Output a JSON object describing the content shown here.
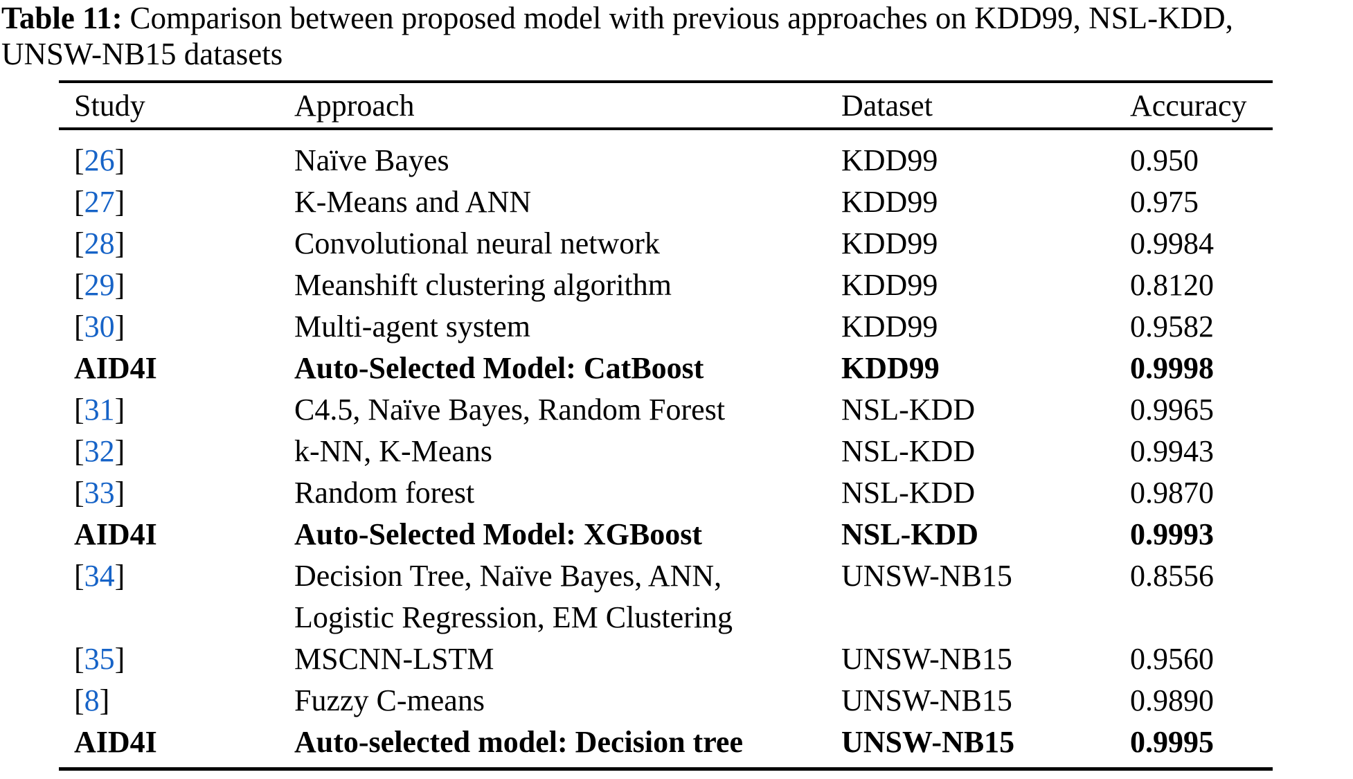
{
  "caption": {
    "label": "Table 11:",
    "line1_rest": "Comparison between proposed model with previous approaches on KDD99, NSL-KDD,",
    "line2": "UNSW-NB15 datasets"
  },
  "colors": {
    "citation_blue": "#1663C7",
    "text_black": "#000000"
  },
  "citation": {
    "open": "[",
    "close": "]"
  },
  "table": {
    "columns": {
      "study": "Study",
      "approach": "Approach",
      "dataset": "Dataset",
      "accuracy": "Accuracy"
    },
    "rows": [
      {
        "study": "26",
        "approach": "Naïve Bayes",
        "dataset": "KDD99",
        "accuracy": "0.950"
      },
      {
        "study": "27",
        "approach": "K-Means and ANN",
        "dataset": "KDD99",
        "accuracy": "0.975"
      },
      {
        "study": "28",
        "approach": "Convolutional neural network",
        "dataset": "KDD99",
        "accuracy": "0.9984"
      },
      {
        "study": "29",
        "approach": "Meanshift clustering algorithm",
        "dataset": "KDD99",
        "accuracy": "0.8120"
      },
      {
        "study": "30",
        "approach": "Multi-agent system",
        "dataset": "KDD99",
        "accuracy": "0.9582"
      },
      {
        "study": "AID4I",
        "approach": "Auto-Selected Model: CatBoost",
        "dataset": "KDD99",
        "accuracy": "0.9998"
      },
      {
        "study": "31",
        "approach": "C4.5, Naïve Bayes, Random Forest",
        "dataset": "NSL-KDD",
        "accuracy": "0.9965"
      },
      {
        "study": "32",
        "approach": "k-NN, K-Means",
        "dataset": "NSL-KDD",
        "accuracy": "0.9943"
      },
      {
        "study": "33",
        "approach": "Random forest",
        "dataset": "NSL-KDD",
        "accuracy": "0.9870"
      },
      {
        "study": "AID4I",
        "approach": "Auto-Selected Model: XGBoost",
        "dataset": "NSL-KDD",
        "accuracy": "0.9993"
      },
      {
        "study": "34",
        "approach": "Decision Tree, Naïve Bayes, ANN,\nLogistic Regression, EM Clustering",
        "dataset": "UNSW-NB15",
        "accuracy": "0.8556"
      },
      {
        "study": "35",
        "approach": "MSCNN-LSTM",
        "dataset": "UNSW-NB15",
        "accuracy": "0.9560"
      },
      {
        "study": "8",
        "approach": "Fuzzy C-means",
        "dataset": "UNSW-NB15",
        "accuracy": "0.9890"
      },
      {
        "study": "AID4I",
        "approach": "Auto-selected model: Decision tree",
        "dataset": "UNSW-NB15",
        "accuracy": "0.9995"
      }
    ]
  }
}
